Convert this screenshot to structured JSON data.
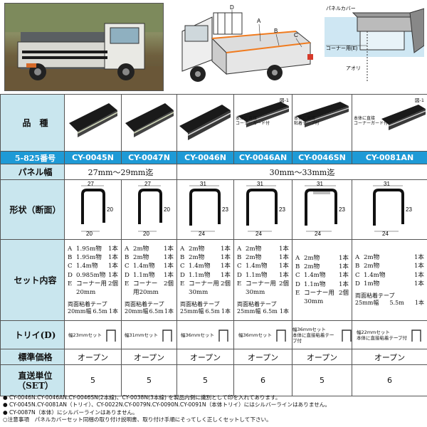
{
  "diagram_labels": {
    "a": "A",
    "b": "B",
    "c": "C",
    "d": "D",
    "corner": "コーナー用(E)",
    "panel_cover": "パネルカバー",
    "aori": "アオリ"
  },
  "rows": {
    "product": "品　種",
    "code": "5-825番号",
    "panel_width": "パネル幅",
    "shape": "形状（断面）",
    "set_contents": "セット内容",
    "tray": "トリイ(D)",
    "price": "標準価格",
    "unit": "直送単位\n（SET）"
  },
  "fig_label": "図-1",
  "products": [
    {
      "code": "CY-0045N",
      "tag": "",
      "fig": "",
      "dims": {
        "top": "27",
        "side": "20",
        "bottom": "20"
      },
      "set": [
        [
          "A",
          "1.95m物",
          "1本"
        ],
        [
          "B",
          "1.95m物",
          "1本"
        ],
        [
          "C",
          "1.4m物",
          "1本"
        ],
        [
          "D",
          "0.985m物",
          "1本"
        ],
        [
          "E",
          "コーナー用20mm",
          "2個"
        ]
      ],
      "tape": {
        "title": "両面粘着テープ",
        "width": "20mm幅",
        "length": "6.5m",
        "qty": "1本"
      },
      "tray": "幅23mmセット",
      "unit": "5"
    },
    {
      "code": "CY-0047N",
      "tag": "",
      "fig": "",
      "dims": {
        "top": "27",
        "side": "20",
        "bottom": "20"
      },
      "set": [
        [
          "A",
          "2m物",
          "1本"
        ],
        [
          "B",
          "2m物",
          "1本"
        ],
        [
          "C",
          "1.4m物",
          "1本"
        ],
        [
          "D",
          "1.1m物",
          "1本"
        ],
        [
          "E",
          "コーナー用20mm",
          "2個"
        ]
      ],
      "tape": {
        "title": "両面粘着テープ",
        "width": "20mm幅",
        "length": "6.5m",
        "qty": "1本"
      },
      "tray": "幅31mmセット",
      "unit": "5"
    },
    {
      "code": "CY-0046N",
      "tag": "",
      "fig": "",
      "dims": {
        "top": "31",
        "side": "23",
        "bottom": "24"
      },
      "set": [
        [
          "A",
          "2m物",
          "1本"
        ],
        [
          "B",
          "2m物",
          "1本"
        ],
        [
          "C",
          "1.4m物",
          "1本"
        ],
        [
          "D",
          "1.1m物",
          "1本"
        ],
        [
          "E",
          "コーナー用30mm",
          "2個"
        ]
      ],
      "tape": {
        "title": "両面粘着テープ",
        "width": "25mm幅",
        "length": "6.5m",
        "qty": "1本"
      },
      "tray": "幅36mmセット",
      "unit": "5"
    },
    {
      "code": "CY-0046AN",
      "tag": "本体に直接\nコーナーガード付",
      "fig": "図-1",
      "dims": {
        "top": "31",
        "side": "23",
        "bottom": "24"
      },
      "set": [
        [
          "A",
          "2m物",
          "1本"
        ],
        [
          "B",
          "2m物",
          "1本"
        ],
        [
          "C",
          "1.4m物",
          "1本"
        ],
        [
          "D",
          "1.1m物",
          "1本"
        ],
        [
          "E",
          "コーナー用30mm",
          "2個"
        ]
      ],
      "tape": {
        "title": "両面粘着テープ",
        "width": "25mm幅",
        "length": "6.5m",
        "qty": "1本"
      },
      "tray": "幅36mmセット",
      "unit": "6"
    },
    {
      "code": "CY-0046SN",
      "tag": "本体に直接\n粘着テープ付",
      "fig": "",
      "dims": {
        "top": "31",
        "side": "23",
        "bottom": "24"
      },
      "set": [
        [
          "A",
          "2m物",
          "1本"
        ],
        [
          "B",
          "2m物",
          "1本"
        ],
        [
          "C",
          "1.4m物",
          "1本"
        ],
        [
          "D",
          "1.1m物",
          "1本"
        ],
        [
          "E",
          "コーナー用30mm",
          "2個"
        ]
      ],
      "tape": null,
      "tray": "幅36mmセット\n本体に直接粘着テープ付",
      "unit": "5"
    },
    {
      "code": "CY-0081AN",
      "tag": "本体に直接\nコーナーガード付",
      "fig": "図-1",
      "dims": {
        "top": "31",
        "side": "23",
        "bottom": "24"
      },
      "set": [
        [
          "A",
          "2m物",
          "1本"
        ],
        [
          "B",
          "2m物",
          "1本"
        ],
        [
          "C",
          "1.4m物",
          "1本"
        ],
        [
          "D",
          "1m物",
          "1本"
        ]
      ],
      "tape": {
        "title": "両面粘着テープ",
        "width": "25mm幅",
        "length": "5.5m",
        "qty": "1本"
      },
      "tray": "幅22mmセット\n本体に直接粘着テープ付",
      "unit": "6"
    }
  ],
  "panel_widths": {
    "group1": "27mm〜29mm迄",
    "group2": "30mm〜33mm迄"
  },
  "price_text": "オープン",
  "notes": [
    "CY-0046N.CY-0046AN.CY-0046SN(2本線)、CY-0038N(3本線) を製品内側に識別として印を入れてあります。",
    "CY-0045N.CY-0081AN（トリイ）、CY-0022N.CY-0079N.CY-0090N.CY-0091N（本体トリイ）にはシルバーラインはありません。",
    "CY-0087N（本体）にシルバーラインはありません。",
    "○注意事項　パネルカバーセット同梱の取り付け説明書、取り付け手順にそってしく正しくセットして下さい。"
  ]
}
